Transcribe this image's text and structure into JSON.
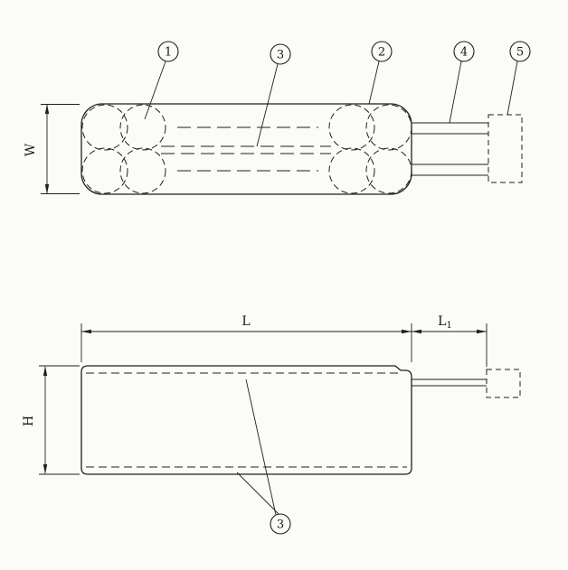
{
  "top_view": {
    "width_dim_label": "W",
    "balloons": [
      {
        "label": "1"
      },
      {
        "label": "3"
      },
      {
        "label": "2"
      },
      {
        "label": "4"
      },
      {
        "label": "5"
      }
    ]
  },
  "side_view": {
    "height_dim_label": "H",
    "length_dim_label": "L",
    "length1_dim_label": "L",
    "length1_dim_subscript": "1",
    "balloon_label": "3"
  },
  "colors": {
    "line": "#1f1f1f",
    "paper": "#fbfbf8"
  }
}
